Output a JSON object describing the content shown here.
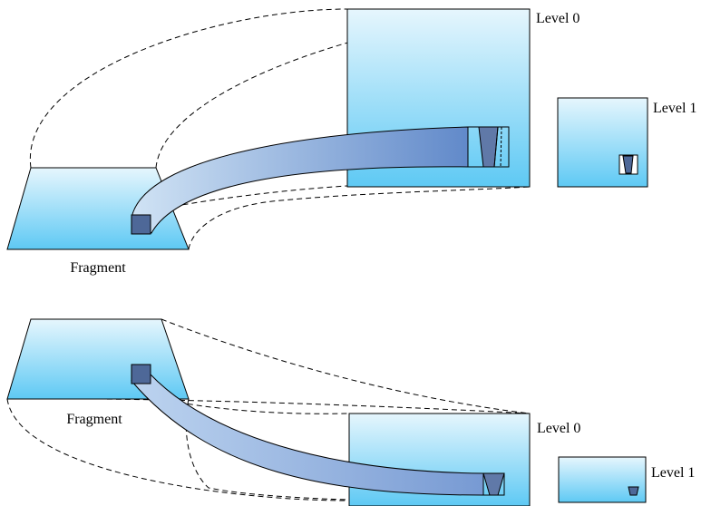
{
  "top": {
    "fragment_label": "Fragment",
    "level0_label": "Level 0",
    "level1_label": "Level 1"
  },
  "bottom": {
    "fragment_label": "Fragment",
    "level0_label": "Level 0",
    "level1_label": "Level 1"
  },
  "colors": {
    "texture_top": "#e6f6fd",
    "texture_bottom": "#5ec9f4",
    "projection_light": "#c9def3",
    "projection_dark": "#5d86c8",
    "footprint": "#4e6898"
  }
}
